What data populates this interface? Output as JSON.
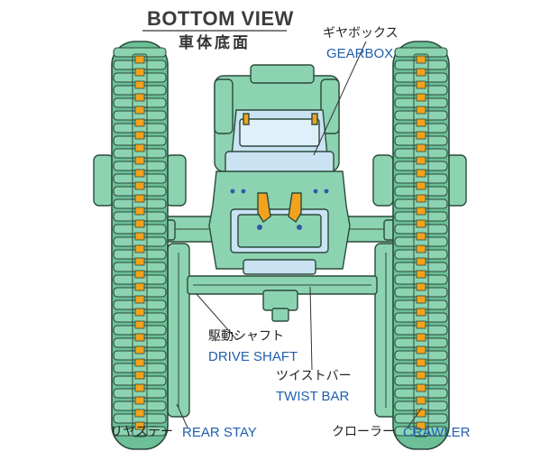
{
  "title": "BOTTOM VIEW",
  "subtitle": "車体底面",
  "colors": {
    "body": "#8cd3b1",
    "body_dark": "#6cbf97",
    "outline": "#2b4a3c",
    "gearbox": "#c9e3f2",
    "gear_highlight": "#f3a21b",
    "accent_blue": "#1f5fae",
    "screw": "#3355aa",
    "text": "#222222"
  },
  "labels": {
    "gearbox": {
      "jp": "ギヤボックス",
      "en": "GEARBOX"
    },
    "drive_shaft": {
      "jp": "駆動シャフト",
      "en": "DRIVE SHAFT"
    },
    "twist_bar": {
      "jp": "ツイストバー",
      "en": "TWIST BAR"
    },
    "rear_stay": {
      "jp": "リヤステー",
      "en": "REAR STAY"
    },
    "crawler": {
      "jp": "クローラー",
      "en": "CRAWLER"
    }
  }
}
